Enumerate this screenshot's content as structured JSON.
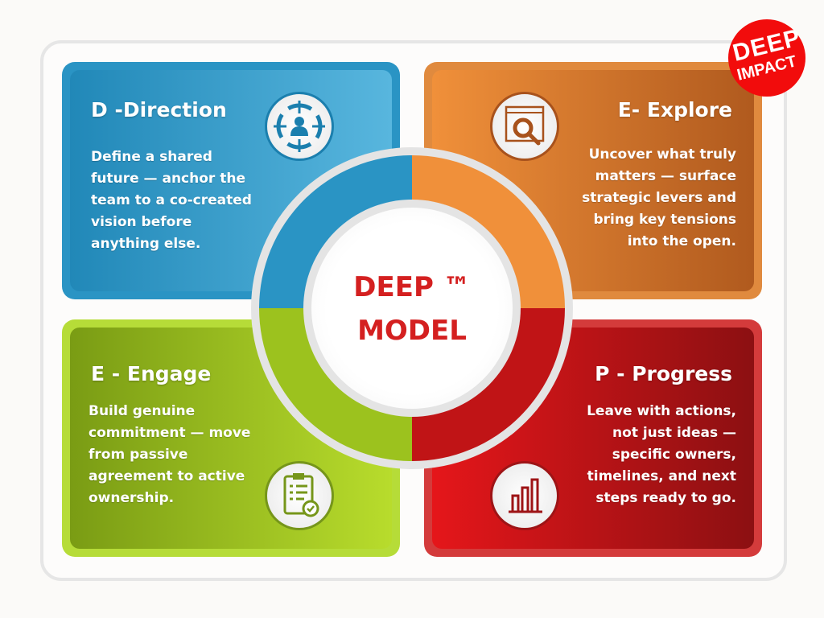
{
  "logo": {
    "line1": "DEEP",
    "line2": "IMPACT"
  },
  "center": {
    "line1": "DEEP ™",
    "line2": "MODEL"
  },
  "quadrants": [
    {
      "title": "D -Direction",
      "body": "Define a shared future — anchor the team to a co-created vision before anything else.",
      "icon": "target-person-icon"
    },
    {
      "title": "E-  Explore",
      "body": "Uncover what truly matters — surface strategic levers and bring key tensions into the open.",
      "icon": "browser-search-icon"
    },
    {
      "title": "E - Engage",
      "body": "Build genuine commitment — move from passive agreement to active ownership.",
      "icon": "clipboard-checklist-icon"
    },
    {
      "title": "P - Progress",
      "body": "Leave with actions, not just ideas — specific owners, timelines, and next steps ready to go.",
      "icon": "bar-chart-icon"
    }
  ]
}
